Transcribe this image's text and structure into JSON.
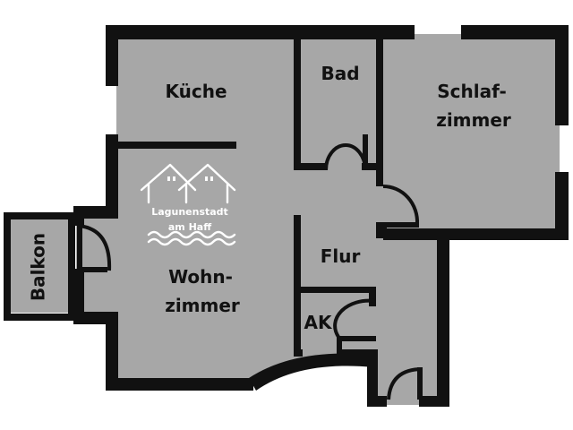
{
  "floorplan": {
    "rooms": {
      "kueche": "Küche",
      "bad": "Bad",
      "schlaf_line1": "Schlaf-",
      "schlaf_line2": "zimmer",
      "wohn_line1": "Wohn-",
      "wohn_line2": "zimmer",
      "flur": "Flur",
      "ak": "AK",
      "balkon": "Balkon"
    },
    "logo": {
      "line1": "Lagunenstadt",
      "line2": "am Haff"
    },
    "colors": {
      "room_fill": "#a7a7a7",
      "wall": "#111111",
      "logo": "#ffffff"
    }
  }
}
